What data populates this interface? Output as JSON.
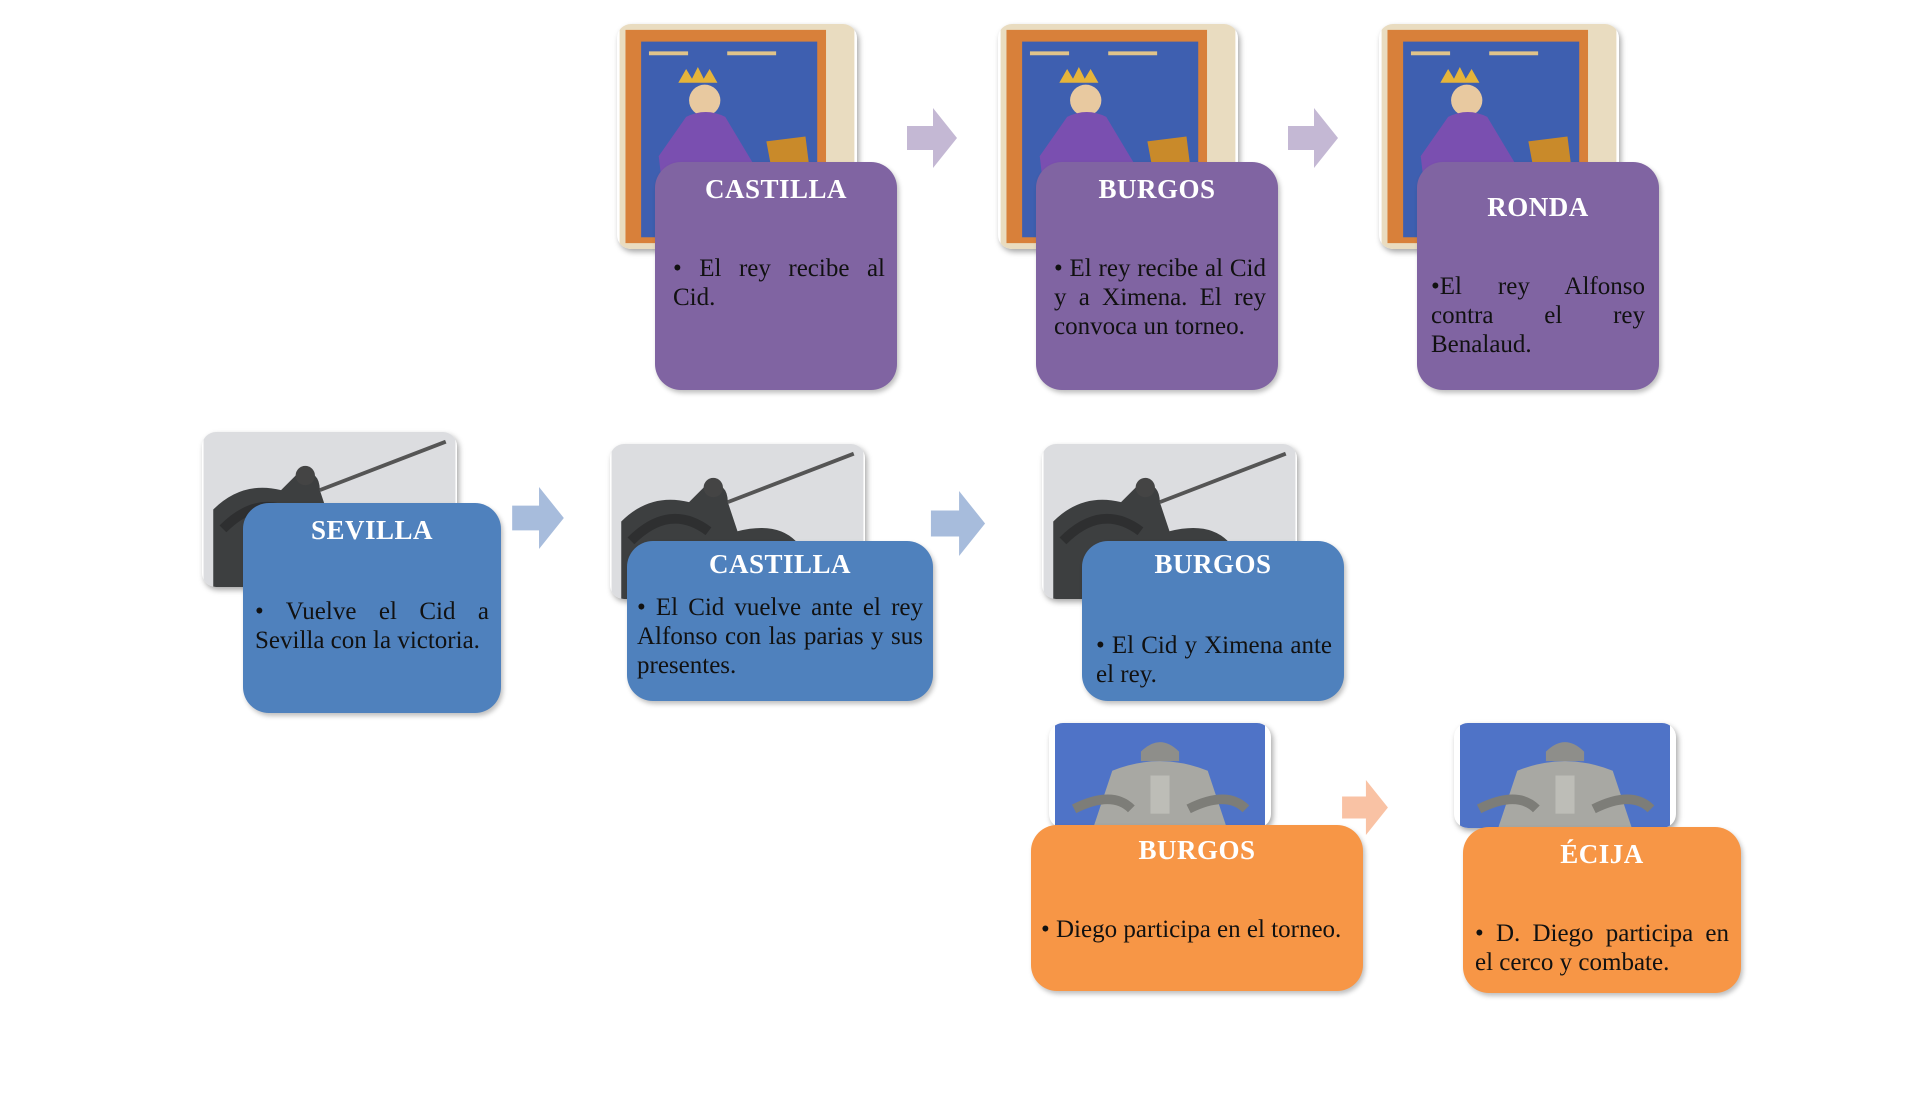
{
  "colors": {
    "purple_box": "#8064a2",
    "blue_box": "#4f81bd",
    "orange_box": "#f79646",
    "purple_arrow": "#c4b8d4",
    "blue_arrow": "#a7bcdc",
    "orange_arrow": "#f9c2a4"
  },
  "row1": [
    {
      "title": "CASTILLA",
      "text": "• El rey recibe al Cid.",
      "image": "king-alfonso-miniature"
    },
    {
      "title": "BURGOS",
      "text": "• El rey recibe al Cid y a Ximena. El rey convoca un torneo.",
      "image": "king-alfonso-miniature"
    },
    {
      "title": "RONDA",
      "text": "•El rey Alfonso contra el rey Benalaud.",
      "image": "king-alfonso-miniature"
    }
  ],
  "row2": [
    {
      "title": "SEVILLA",
      "text": "• Vuelve el Cid a Sevilla con la victoria.",
      "image": "cid-equestrian-statue"
    },
    {
      "title": "CASTILLA",
      "text": "• El Cid vuelve ante el rey Alfonso con las parias y sus presentes.",
      "image": "cid-equestrian-statue"
    },
    {
      "title": "BURGOS",
      "text": "• El Cid y Ximena ante el rey.",
      "image": "cid-equestrian-statue"
    }
  ],
  "row3": [
    {
      "title": "BURGOS",
      "text": "• Diego participa en el torneo.",
      "image": "knight-statue"
    },
    {
      "title": "ÉCIJA",
      "text": "• D. Diego participa en el cerco y combate.",
      "image": "knight-statue"
    }
  ]
}
